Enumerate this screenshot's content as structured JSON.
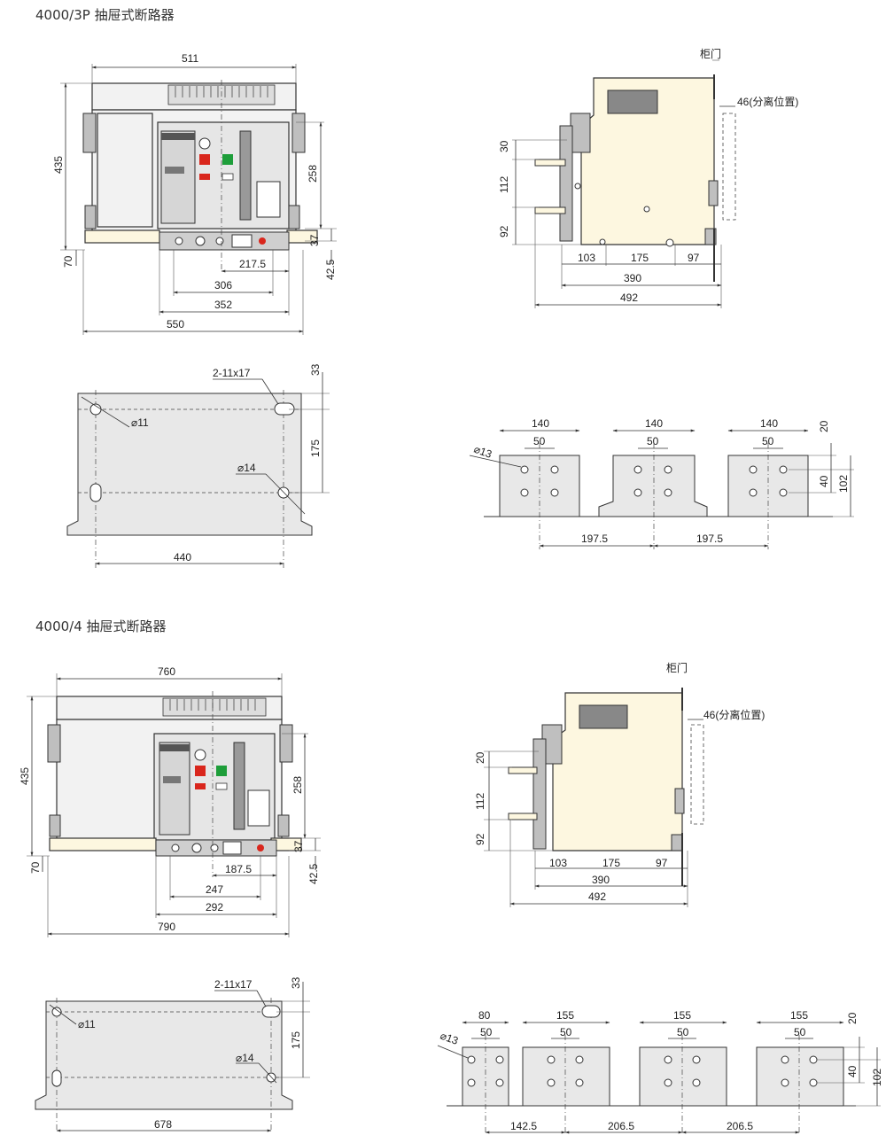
{
  "section_3p": {
    "title": "4000/3P 抽屉式断路器",
    "front": {
      "w511": "511",
      "h435": "435",
      "h258": "258",
      "h70": "70",
      "h37": "37",
      "h42_5": "42.5",
      "d217_5": "217.5",
      "d306": "306",
      "d352": "352",
      "d550": "550"
    },
    "side": {
      "door": "柜门",
      "sep": "46(分离位置)",
      "v30": "30",
      "v112": "112",
      "v92": "92",
      "d103": "103",
      "d175": "175",
      "d97": "97",
      "d390": "390",
      "d492": "492"
    },
    "mount": {
      "slot": "2-11x17",
      "h11": "⌀11",
      "h14": "⌀14",
      "v33": "33",
      "v175": "175",
      "d440": "440"
    },
    "terminals": {
      "w140a": "140",
      "w140b": "140",
      "w140c": "140",
      "w50a": "50",
      "w50b": "50",
      "w50c": "50",
      "hole": "⌀13",
      "v20": "20",
      "v40": "40",
      "v102": "102",
      "d197a": "197.5",
      "d197b": "197.5"
    }
  },
  "section_4p": {
    "title": "4000/4 抽屉式断路器",
    "front": {
      "w760": "760",
      "h435": "435",
      "h258": "258",
      "h70": "70",
      "h37": "37",
      "h42_5": "42.5",
      "d187_5": "187.5",
      "d247": "247",
      "d292": "292",
      "d790": "790"
    },
    "side": {
      "door": "柜门",
      "sep": "46(分离位置)",
      "v20": "20",
      "v112": "112",
      "v92": "92",
      "d103": "103",
      "d175": "175",
      "d97": "97",
      "d390": "390",
      "d492": "492"
    },
    "mount": {
      "slot": "2-11x17",
      "h11": "⌀11",
      "h14": "⌀14",
      "v33": "33",
      "v175": "175",
      "d678": "678"
    },
    "terminals": {
      "w80": "80",
      "w155a": "155",
      "w155b": "155",
      "w155c": "155",
      "w50a": "50",
      "w50b": "50",
      "w50c": "50",
      "w50d": "50",
      "hole": "⌀13",
      "v20": "20",
      "v40": "40",
      "v102": "102",
      "d142_5": "142.5",
      "d206a": "206.5",
      "d206b": "206.5"
    }
  },
  "colors": {
    "red": "#d9261c",
    "green": "#1e9e3a",
    "cream": "#fdf7e0",
    "panel": "#e6e6e6"
  }
}
